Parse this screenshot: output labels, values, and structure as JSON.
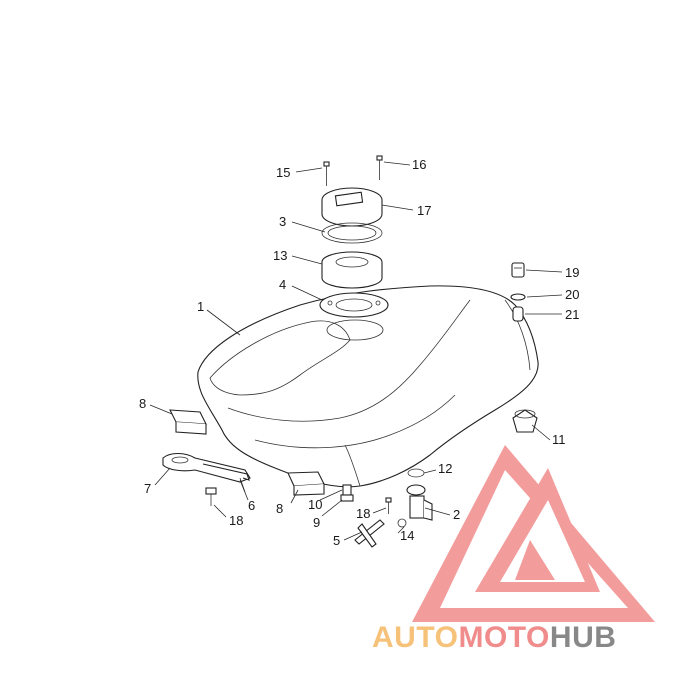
{
  "diagram": {
    "callouts": [
      "1",
      "2",
      "3",
      "4",
      "5",
      "6",
      "7",
      "8",
      "8",
      "9",
      "10",
      "11",
      "12",
      "13",
      "14",
      "15",
      "16",
      "17",
      "18",
      "18",
      "19",
      "20",
      "21"
    ]
  },
  "watermark": {
    "part1": "AUTO",
    "part2": "MOTO",
    "part3": "HUB",
    "color_auto": "#f6c27a",
    "color_moto": "#f08c8c",
    "color_hub": "#888888",
    "logo_color": "#ef7b7b"
  }
}
